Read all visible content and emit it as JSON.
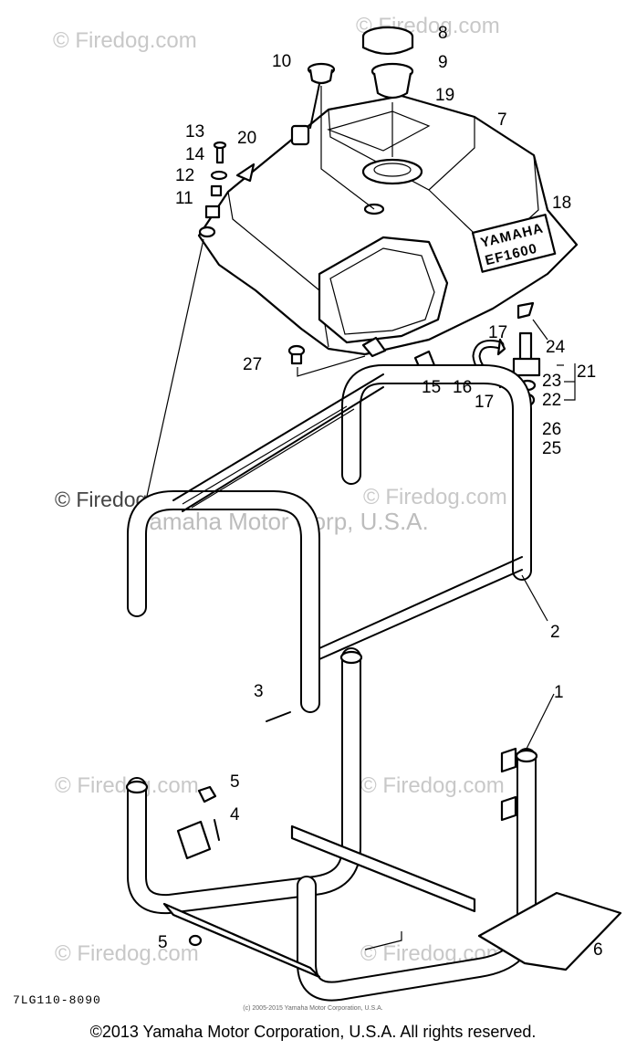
{
  "watermarks": [
    "© Firedog.com",
    "© Firedog.com",
    "© Firedog.com",
    "© Firedog.com",
    "© Firedog.com",
    "© Firedog.com",
    "© Firedog.com",
    "© Firedog.com"
  ],
  "watermark_corp": "Yamaha Motor Corp, U.S.A.",
  "tank_logo": {
    "line1": "YAMAHA",
    "line2": "EF1600"
  },
  "callouts": [
    "1",
    "2",
    "3",
    "4",
    "5",
    "5",
    "6",
    "7",
    "8",
    "9",
    "10",
    "11",
    "12",
    "13",
    "14",
    "15",
    "16",
    "17",
    "17",
    "18",
    "19",
    "20",
    "21",
    "22",
    "23",
    "24",
    "25",
    "26",
    "27"
  ],
  "part_number": "7LG110-8090",
  "small_copyright": "(c) 2005-2015 Yamaha Motor Corporation, U.S.A.",
  "copyright": "©2013 Yamaha Motor Corporation, U.S.A. All rights reserved."
}
